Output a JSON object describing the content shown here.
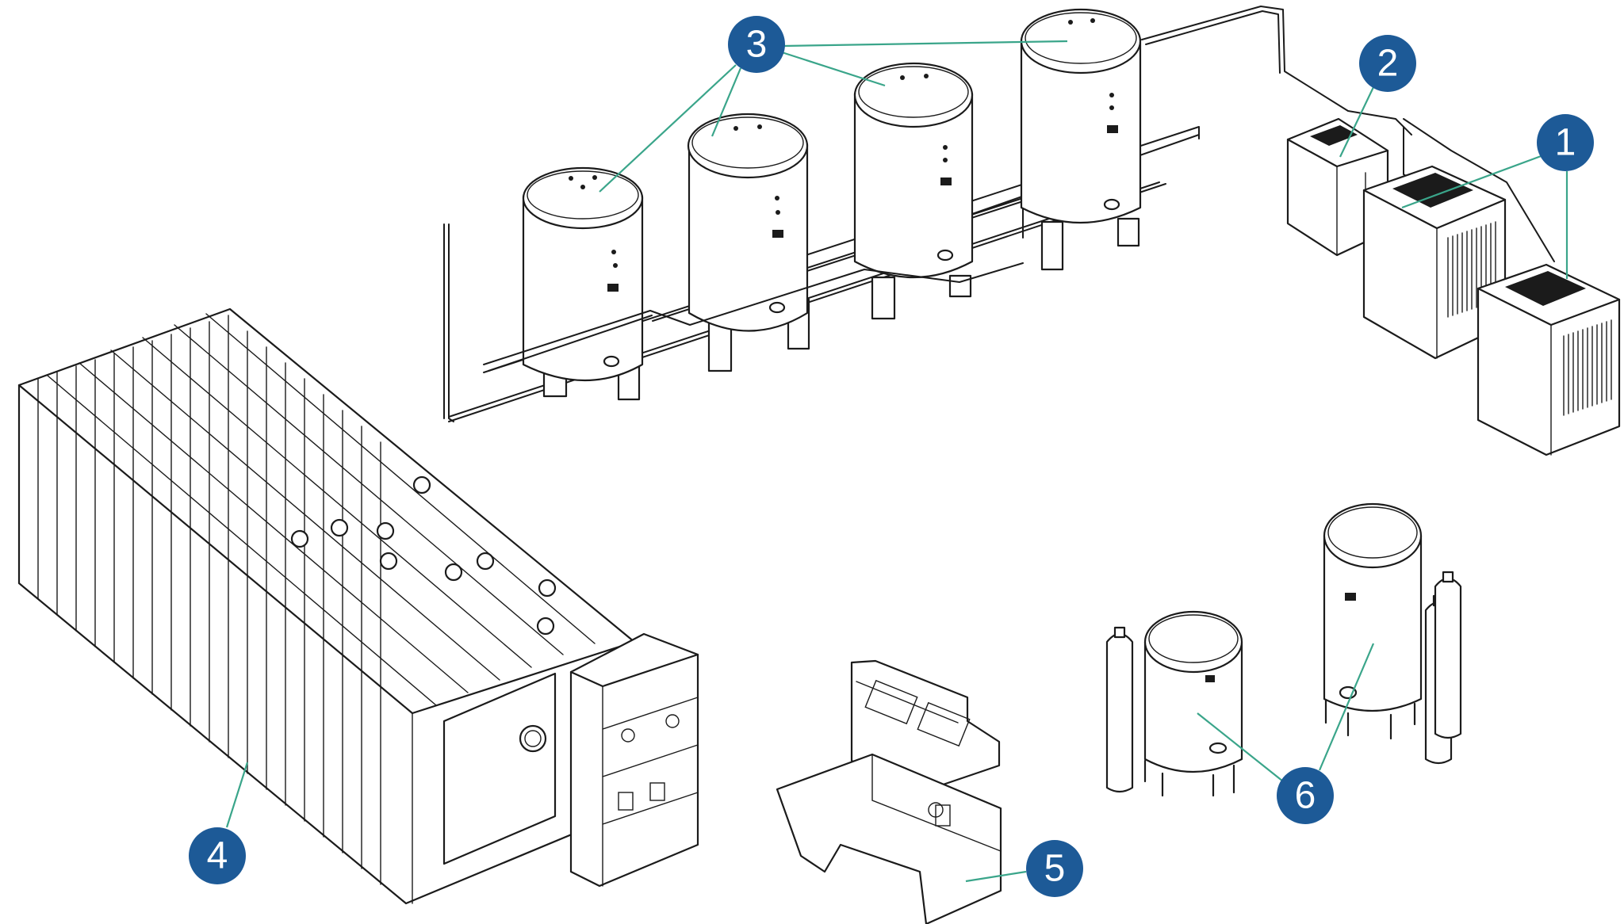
{
  "colors": {
    "badge": "#1d5a97",
    "leader": "#3aa58a",
    "line": "#1b1b1b",
    "background": "#ffffff"
  },
  "callouts": [
    {
      "label": "1",
      "component": "compressor-unit"
    },
    {
      "label": "2",
      "component": "dryer-unit"
    },
    {
      "label": "3",
      "component": "air-receiver-tank-group"
    },
    {
      "label": "4",
      "component": "chamber-container"
    },
    {
      "label": "5",
      "component": "control-console"
    },
    {
      "label": "6",
      "component": "tank-and-cylinder-set"
    }
  ]
}
